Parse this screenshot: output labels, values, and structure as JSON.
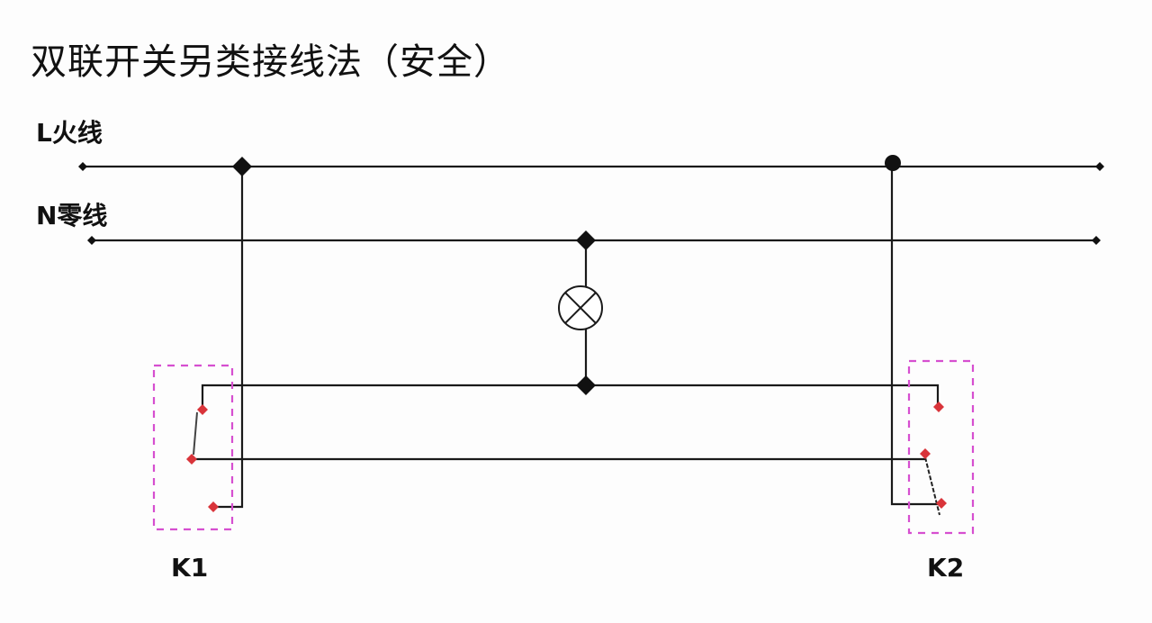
{
  "title": "双联开关另类接线法（安全）",
  "wires": {
    "live_label": "L火线",
    "neutral_label": "N零线"
  },
  "switches": [
    {
      "id": "k1",
      "label": "K1"
    },
    {
      "id": "k2",
      "label": "K2"
    }
  ],
  "components": {
    "lamp": "lamp-symbol"
  },
  "colors": {
    "wire": "#1a1a1a",
    "terminal": "#d9343a",
    "switch_box": "#d64fd0",
    "background": "#fdfdfd"
  }
}
